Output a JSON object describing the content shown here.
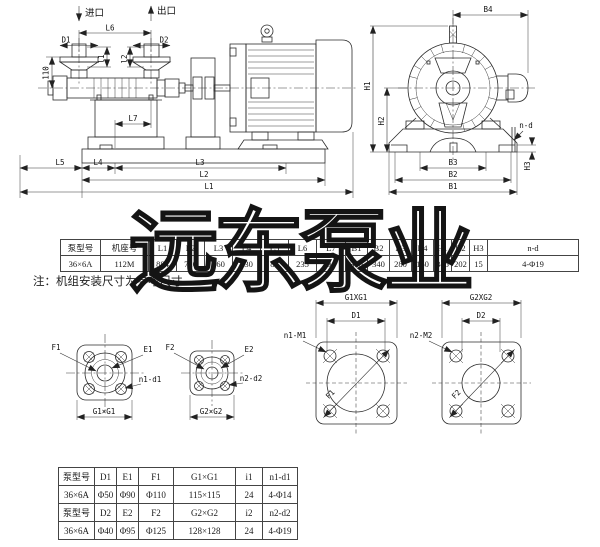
{
  "watermark": "远东泵业",
  "assembly_view": {
    "inlet": "进口",
    "outlet": "出口",
    "dims": {
      "l6": "L6",
      "d1": "D1",
      "d2": "D2",
      "i1": "l1",
      "i2": "l2",
      "v110": "110",
      "l7": "L7",
      "l5": "L5",
      "l4": "L4",
      "l3": "L3",
      "l2": "L2",
      "l1": "L1"
    }
  },
  "end_view": {
    "dims": {
      "b4": "B4",
      "h1": "H1",
      "h2": "H2",
      "nd": "n-d",
      "h3": "H3",
      "b3": "B3",
      "b2": "B2",
      "b1": "B1"
    }
  },
  "install_table": {
    "headers": [
      "泵型号",
      "机座号",
      "L1",
      "L2",
      "L3",
      "L4",
      "L5",
      "L6",
      "L7",
      "B1",
      "B2",
      "B3",
      "B4",
      "H1",
      "H2",
      "H3",
      "n-d"
    ],
    "row": [
      "36×6A",
      "112M",
      "884",
      "720",
      "460",
      "130",
      "84",
      "235",
      "94",
      "380",
      "340",
      "280",
      "160",
      "345",
      "202",
      "15",
      "4-Φ19"
    ]
  },
  "note": "注：机组安装尺寸为参考尺寸",
  "flanges": {
    "small1": {
      "f": "F1",
      "e": "E1",
      "nd": "n1-d1",
      "g": "G1×G1"
    },
    "small2": {
      "f": "F2",
      "e": "E2",
      "nd": "n2-d2",
      "g": "G2×G2"
    },
    "big1": {
      "g": "G1XG1",
      "d": "D1",
      "nm": "n1-M1",
      "f": "F1"
    },
    "big2": {
      "g": "G2XG2",
      "d": "D2",
      "nm": "n2-M2",
      "f": "F2"
    }
  },
  "flange_table": {
    "header1": [
      "泵型号",
      "D1",
      "E1",
      "F1",
      "G1×G1",
      "i1",
      "n1-d1"
    ],
    "row1": [
      "36×6A",
      "Φ50",
      "Φ90",
      "Φ110",
      "115×115",
      "24",
      "4-Φ14"
    ],
    "header2": [
      "泵型号",
      "D2",
      "E2",
      "F2",
      "G2×G2",
      "i2",
      "n2-d2"
    ],
    "row2": [
      "36×6A",
      "Φ40",
      "Φ95",
      "Φ125",
      "128×128",
      "24",
      "4-Φ19"
    ]
  }
}
